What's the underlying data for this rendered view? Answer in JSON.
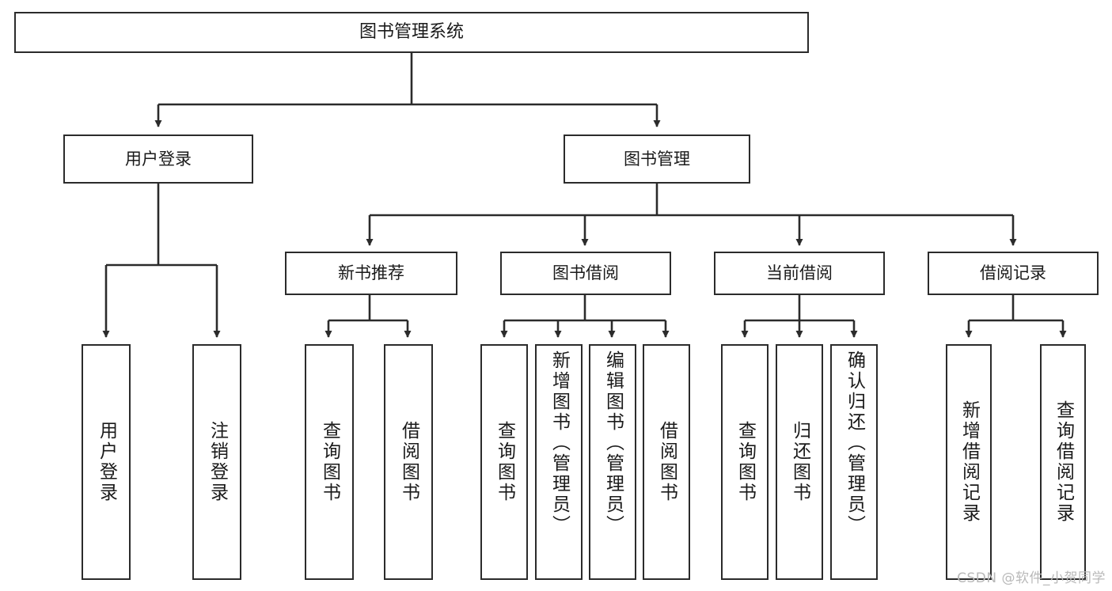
{
  "diagram": {
    "title": "图书管理系统",
    "type": "hierarchy-tree",
    "watermark": "CSDN @软件_小贺同学",
    "colors": {
      "stroke": "#2b2b2b",
      "fill": "#ffffff",
      "text": "#1a1a1a",
      "watermark": "#b9b9b9"
    },
    "root": {
      "label": "图书管理系统"
    },
    "level2": [
      {
        "label": "用户登录"
      },
      {
        "label": "图书管理"
      }
    ],
    "level3": [
      {
        "label": "新书推荐"
      },
      {
        "label": "图书借阅"
      },
      {
        "label": "当前借阅"
      },
      {
        "label": "借阅记录"
      }
    ],
    "leaves": {
      "user_login": [
        {
          "label": "用户登录"
        },
        {
          "label": "注销登录"
        }
      ],
      "new_book": [
        {
          "label": "查询图书"
        },
        {
          "label": "借阅图书"
        }
      ],
      "book_borrow": [
        {
          "label": "查询图书"
        },
        {
          "label": "新增图书（管理员）"
        },
        {
          "label": "编辑图书（管理员）"
        },
        {
          "label": "借阅图书"
        }
      ],
      "current_borrow": [
        {
          "label": "查询图书"
        },
        {
          "label": "归还图书"
        },
        {
          "label": "确认归还（管理员）"
        }
      ],
      "borrow_record": [
        {
          "label": "新增借阅记录"
        },
        {
          "label": "查询借阅记录"
        }
      ]
    }
  }
}
